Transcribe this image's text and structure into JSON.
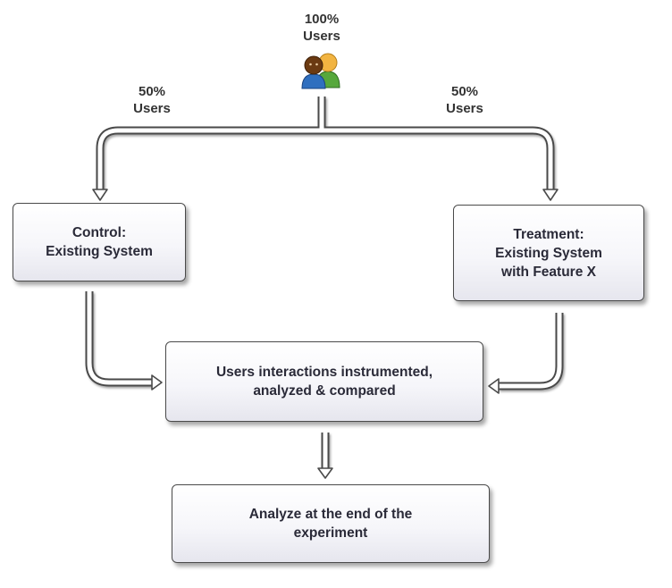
{
  "top_label": {
    "percent": "100%",
    "word": "Users"
  },
  "left_split": {
    "percent": "50%",
    "word": "Users"
  },
  "right_split": {
    "percent": "50%",
    "word": "Users"
  },
  "boxes": {
    "control": "Control:\nExisting System",
    "treatment": "Treatment:\nExisting System\nwith Feature X",
    "instrument": "Users interactions instrumented,\nanalyzed & compared",
    "analyze": "Analyze at the end of the\nexperiment"
  },
  "icons": {
    "users": "users-group-icon"
  },
  "colors": {
    "box_border": "#4a4a4a",
    "box_fill_top": "#ffffff",
    "box_fill_bottom": "#e6e6ee",
    "arrow_stroke": "#4a4a4a",
    "arrow_fill": "#ffffff",
    "person_left_head": "#6b3a12",
    "person_left_body": "#2f6fbf",
    "person_right_head": "#f2b441",
    "person_right_body": "#56a83c"
  }
}
